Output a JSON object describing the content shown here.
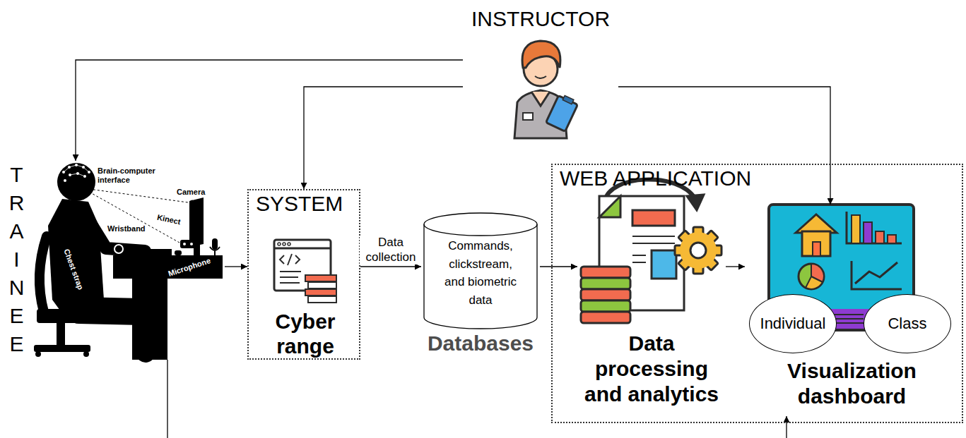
{
  "diagram": {
    "nodes": [
      {
        "text": [
          "INSTRUCTOR"
        ]
      },
      {
        "text": [
          "TRAINEE"
        ]
      },
      {
        "text": [
          "SYSTEM"
        ]
      },
      {
        "text": [
          "Cyber range"
        ],
        "in": 2
      },
      {
        "text": [
          "Commands, clickstream, and biometric data",
          "Databases"
        ]
      },
      {
        "text": [
          "WEB APPLICATION"
        ]
      },
      {
        "text": [
          "Data processing and analytics"
        ],
        "in": 5
      },
      {
        "text": [
          "Visualization dashboard"
        ],
        "in": 5
      },
      {
        "text": [
          "Individual"
        ],
        "in": 7
      },
      {
        "text": [
          "Class"
        ],
        "in": 7
      }
    ],
    "edges": [
      {
        "from": 0,
        "to": 1,
        "arrow": "to"
      },
      {
        "from": 0,
        "to": 2,
        "arrow": "to"
      },
      {
        "from": 0,
        "to": 7,
        "arrow": "to"
      },
      {
        "from": 1,
        "to": 2,
        "arrow": "to"
      },
      {
        "from": 2,
        "to": 4,
        "label": "Data collection",
        "arrow": "to"
      },
      {
        "from": 4,
        "to": 6,
        "arrow": "to"
      },
      {
        "from": 6,
        "to": 7,
        "arrow": "to"
      },
      {
        "from": 1,
        "to": 7,
        "arrow": "to"
      }
    ],
    "labels": [
      "Brain-computer interface",
      "Camera",
      "Kinect",
      "Wristband",
      "Chest strap",
      "Microphone"
    ]
  }
}
